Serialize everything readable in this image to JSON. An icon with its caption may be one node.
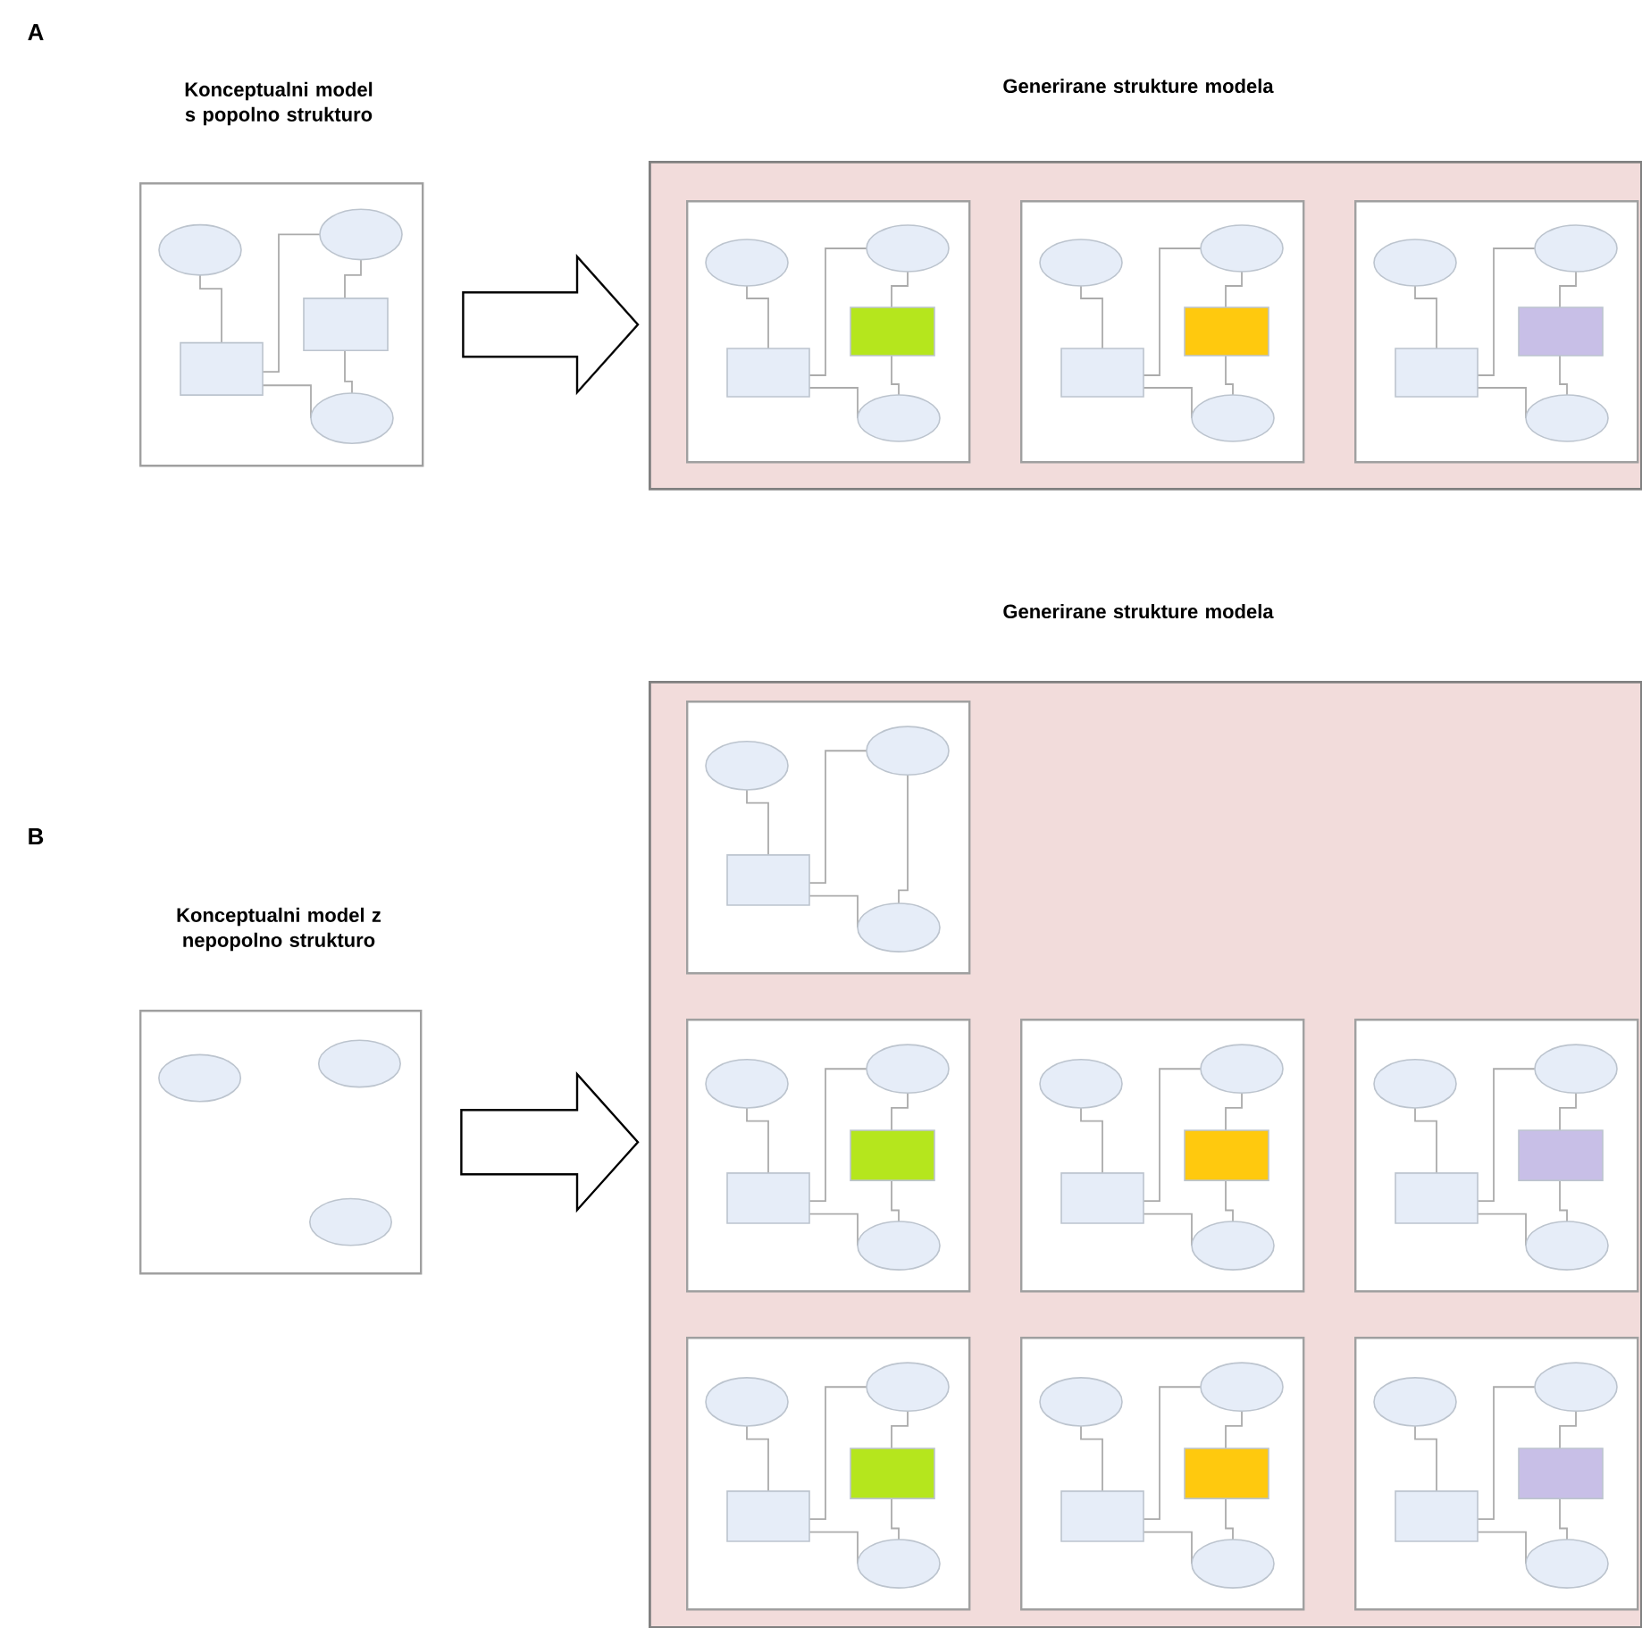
{
  "diagram": {
    "nodes": [
      {
        "text": [
          "Konceptualni model s popolno strukturo"
        ]
      },
      {
        "text": [
          "Generirane strukture modela"
        ]
      },
      {
        "text": [],
        "shape": "box",
        "in": 1
      },
      {
        "text": [],
        "shape": "box",
        "in": 1
      },
      {
        "text": [],
        "shape": "box",
        "in": 1
      },
      {
        "text": [
          "Konceptualni model z nepopolno strukturo"
        ]
      },
      {
        "text": [
          "Generirane strukture modela"
        ]
      },
      {
        "text": [],
        "shape": "box",
        "in": 6
      },
      {
        "text": [],
        "shape": "box",
        "in": 6
      },
      {
        "text": [],
        "shape": "box",
        "in": 6
      },
      {
        "text": [],
        "shape": "box",
        "in": 6
      },
      {
        "text": [],
        "shape": "box",
        "in": 6
      },
      {
        "text": [],
        "shape": "box",
        "in": 6
      },
      {
        "text": [],
        "shape": "box",
        "in": 6
      }
    ],
    "edges": [
      {
        "from": 0,
        "to": 1,
        "arrow": "to"
      },
      {
        "from": 5,
        "to": 6,
        "arrow": "to"
      }
    ],
    "labels": [
      "A",
      "B"
    ]
  }
}
